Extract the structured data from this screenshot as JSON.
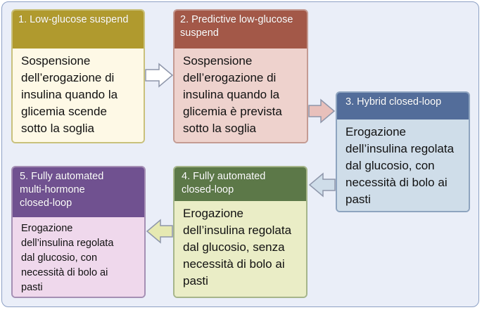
{
  "steps": [
    {
      "title": "1. Low-glucose suspend",
      "text": "Sospensione\ndell’erogazione di\ninsulina quando la\nglicemia scende\nsotto la soglia",
      "colors": {
        "header": "#b09a2e",
        "body": "#fef9e6"
      }
    },
    {
      "title": "2. Predictive low-glucose\n    suspend",
      "text": "Sospensione\ndell’erogazione di\ninsulina quando la\nglicemia è prevista\nsotto la soglia",
      "colors": {
        "header": "#a35848",
        "body": "#eed2cd"
      }
    },
    {
      "title": "3. Hybrid closed-loop",
      "text": "Erogazione\ndell’insulina regolata\ndal glucosio, con\nnecessità di bolo ai\npasti",
      "colors": {
        "header": "#536d9a",
        "body": "#cfdde9"
      }
    },
    {
      "title": "4. Fully automated\n    closed-loop",
      "text": "Erogazione\ndell’insulina regolata\ndal glucosio, senza\nnecessità di bolo ai\npasti",
      "colors": {
        "header": "#5c7848",
        "body": "#eaedc6"
      }
    },
    {
      "title": "5. Fully automated\n    multi-hormone\n    closed-loop",
      "text": "Erogazione\ndell’insulina regolata\ndal glucosio, con\nnecessità di bolo ai\npasti",
      "colors": {
        "header": "#705190",
        "body": "#efd8ec"
      }
    }
  ]
}
